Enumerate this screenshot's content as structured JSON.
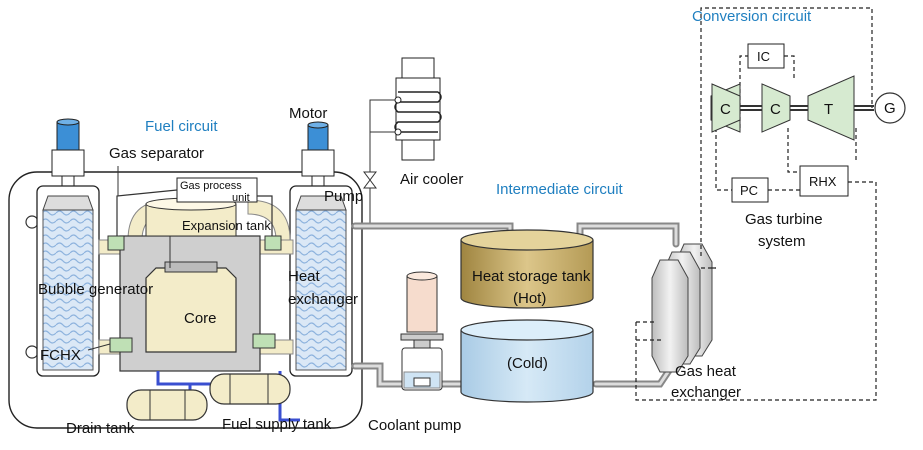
{
  "headings": {
    "fuel_circuit": "Fuel circuit",
    "intermediate_circuit": "Intermediate circuit",
    "conversion_circuit": "Conversion circuit"
  },
  "labels": {
    "motor": "Motor",
    "gas_separator": "Gas separator",
    "gas_process_line1": "Gas process",
    "gas_process_line2": "unit",
    "expansion_tank": "Expansion tank",
    "pump": "Pump",
    "air_cooler": "Air cooler",
    "bubble_generator": "Bubble generator",
    "core": "Core",
    "heat_exchanger_line1": "Heat",
    "heat_exchanger_line2": "exchanger",
    "fchx": "FCHX",
    "heat_storage_line1": "Heat storage tank",
    "heat_storage_line2": "(Hot)",
    "cold_tank": "(Cold)",
    "gas_hx_line1": "Gas heat",
    "gas_hx_line2": "exchanger",
    "coolant_pump": "Coolant pump",
    "drain_tank": "Drain tank",
    "fuel_supply_tank": "Fuel supply tank",
    "gas_turbine_line1": "Gas turbine",
    "gas_turbine_line2": "system",
    "ic": "IC",
    "compressor1": "C",
    "compressor2": "C",
    "turbine": "T",
    "generator": "G",
    "pc": "PC",
    "rhx": "RHX"
  },
  "colors": {
    "heading_blue": "#1f7fc0",
    "fuel_salt": "#f3ecc9",
    "core_gray": "#cfcfcf",
    "hot_tank": "#c9ad63",
    "cold_tank": "#bcd9ee",
    "valve_green": "#bfe0b5",
    "motor_blue": "#3c8fd6",
    "drain_line_blue": "#3a4fd0",
    "hx_wave_blue": "#a9c8ea"
  }
}
